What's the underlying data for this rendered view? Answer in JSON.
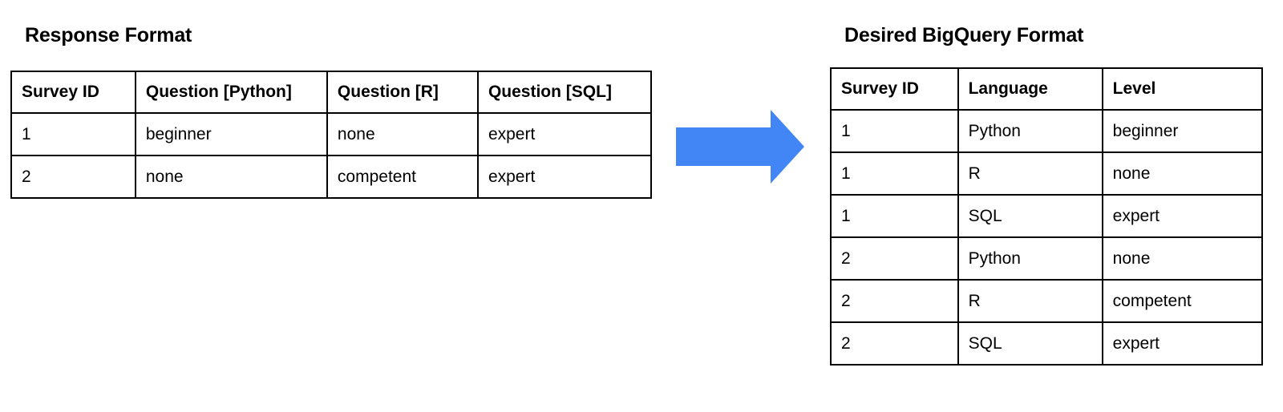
{
  "diagram": {
    "background_color": "#ffffff",
    "text_color": "#000000",
    "border_color": "#000000",
    "arrow": {
      "icon": "right-arrow-icon",
      "color": "#4285f4",
      "direction": "right",
      "label": ""
    }
  },
  "left_panel": {
    "title": "Response Format",
    "table": {
      "columns": [
        "Survey ID",
        "Question [Python]",
        "Question [R]",
        "Question [SQL]"
      ],
      "rows": [
        [
          "1",
          "beginner",
          "none",
          "expert"
        ],
        [
          "2",
          "none",
          "competent",
          "expert"
        ]
      ]
    }
  },
  "right_panel": {
    "title": "Desired BigQuery Format",
    "table": {
      "columns": [
        "Survey ID",
        "Language",
        "Level"
      ],
      "rows": [
        [
          "1",
          "Python",
          "beginner"
        ],
        [
          "1",
          "R",
          "none"
        ],
        [
          "1",
          "SQL",
          "expert"
        ],
        [
          "2",
          "Python",
          "none"
        ],
        [
          "2",
          "R",
          "competent"
        ],
        [
          "2",
          "SQL",
          "expert"
        ]
      ]
    }
  }
}
